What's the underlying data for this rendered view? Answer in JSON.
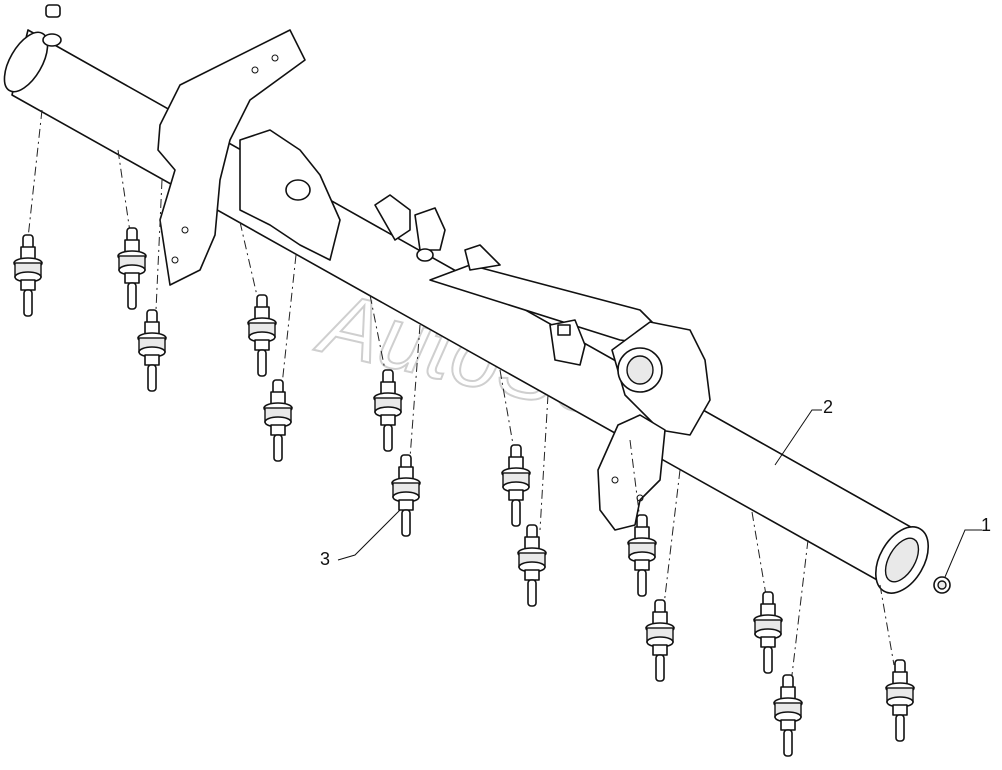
{
  "watermark": "AutoSoft",
  "callouts": [
    {
      "id": "1",
      "label": "1"
    },
    {
      "id": "2",
      "label": "2"
    },
    {
      "id": "3",
      "label": "3"
    }
  ],
  "colors": {
    "line": "#111111",
    "watermark": "#cfcfcf",
    "background": "#ffffff"
  }
}
